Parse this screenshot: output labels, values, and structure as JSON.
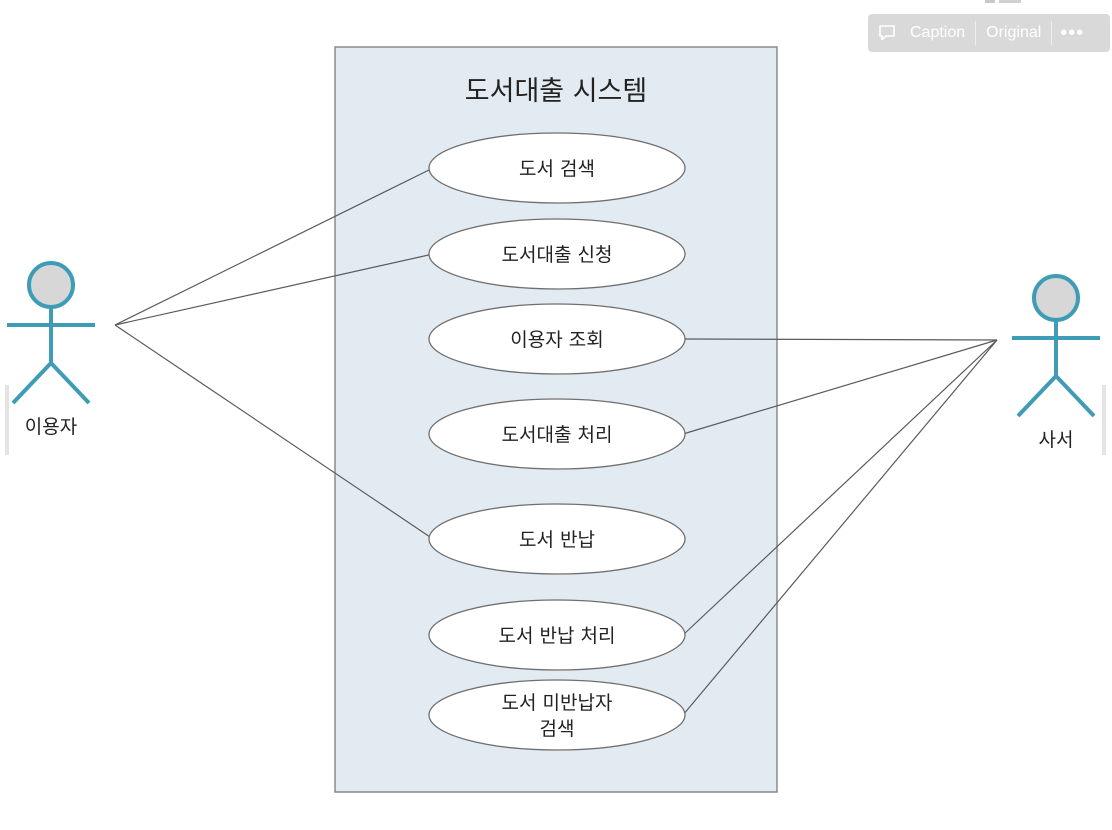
{
  "system": {
    "title": "도서대출 시스템"
  },
  "actors": {
    "user": {
      "label": "이용자"
    },
    "librarian": {
      "label": "사서"
    }
  },
  "use_cases": [
    {
      "id": "uc1",
      "lines": [
        "도서 검색"
      ]
    },
    {
      "id": "uc2",
      "lines": [
        "도서대출 신청"
      ]
    },
    {
      "id": "uc3",
      "lines": [
        "이용자 조회"
      ]
    },
    {
      "id": "uc4",
      "lines": [
        "도서대출 처리"
      ]
    },
    {
      "id": "uc5",
      "lines": [
        "도서 반납"
      ]
    },
    {
      "id": "uc6",
      "lines": [
        "도서 반납 처리"
      ]
    },
    {
      "id": "uc7",
      "lines": [
        "도서 미반납자",
        "검색"
      ]
    }
  ],
  "associations": [
    {
      "actor": "user",
      "use_case": "uc1"
    },
    {
      "actor": "user",
      "use_case": "uc2"
    },
    {
      "actor": "user",
      "use_case": "uc5"
    },
    {
      "actor": "librarian",
      "use_case": "uc3"
    },
    {
      "actor": "librarian",
      "use_case": "uc4"
    },
    {
      "actor": "librarian",
      "use_case": "uc6"
    },
    {
      "actor": "librarian",
      "use_case": "uc7"
    }
  ],
  "toolbar": {
    "caption_label": "Caption",
    "original_label": "Original",
    "more_label": "•••",
    "caption_icon": "comment-icon"
  },
  "colors": {
    "system_fill": "#e3ebf2",
    "actor_stroke": "#3e9cb6",
    "actor_head_fill": "#d7d7d7"
  }
}
